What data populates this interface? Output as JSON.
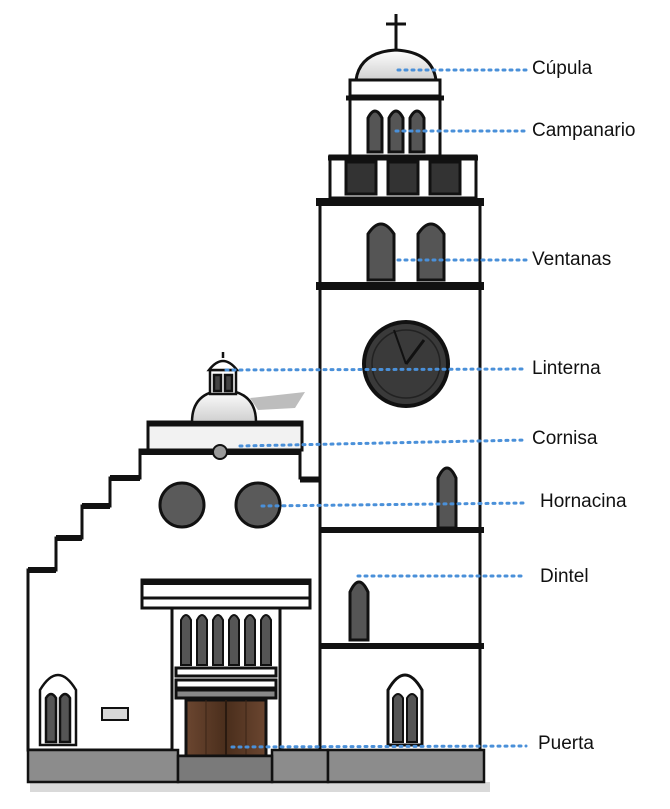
{
  "labels": [
    {
      "id": "cupula",
      "text": "Cúpula"
    },
    {
      "id": "campanario",
      "text": "Campanario"
    },
    {
      "id": "ventanas",
      "text": "Ventanas"
    },
    {
      "id": "linterna",
      "text": "Linterna"
    },
    {
      "id": "cornisa",
      "text": "Cornisa"
    },
    {
      "id": "hornacina",
      "text": "Hornacina"
    },
    {
      "id": "dintel",
      "text": "Dintel"
    },
    {
      "id": "puerta",
      "text": "Puerta"
    }
  ],
  "colors": {
    "leader": "#4a90d9",
    "outline": "#111111",
    "wall": "#ffffff",
    "base": "#8c8c8c",
    "window": "#5a5a5a",
    "clock_face": "#3a3a3a",
    "door": "#5b3a24",
    "dome": "#e6e6e6"
  }
}
